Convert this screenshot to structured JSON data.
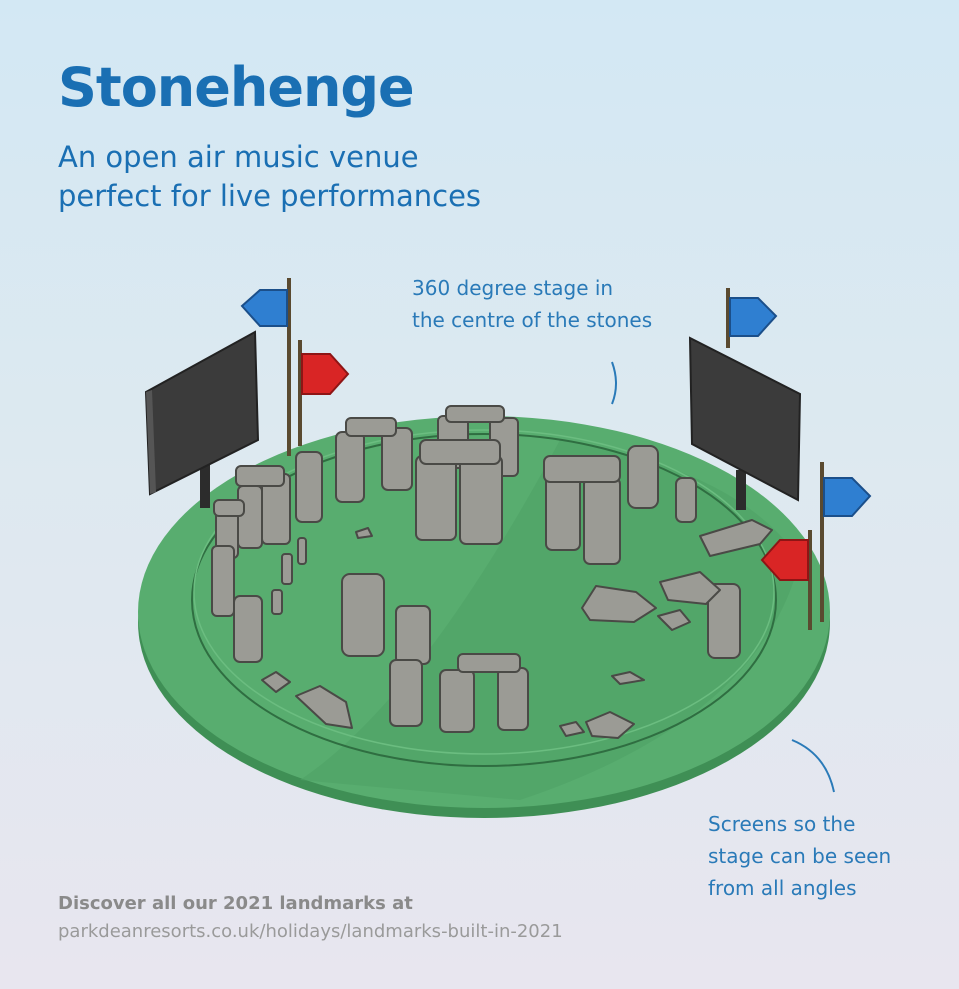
{
  "header": {
    "title": "Stonehenge",
    "subtitle_lines": [
      "An open air music venue",
      "perfect for live performances"
    ]
  },
  "annotations": {
    "stage": [
      "360 degree stage in",
      "the centre of the stones"
    ],
    "screens": [
      "Screens so the",
      "stage can be seen",
      "from all angles"
    ]
  },
  "footer": {
    "cta": "Discover all our 2021 landmarks at",
    "url": "parkdeanresorts.co.uk/holidays/landmarks-built-in-2021"
  },
  "colors": {
    "title": "#1a6fb3",
    "grass": "#52a86c",
    "stone": "#9a9a94",
    "flag_blue": "#2f7fd1",
    "flag_red": "#d92525",
    "screen": "#3a3a3a"
  }
}
